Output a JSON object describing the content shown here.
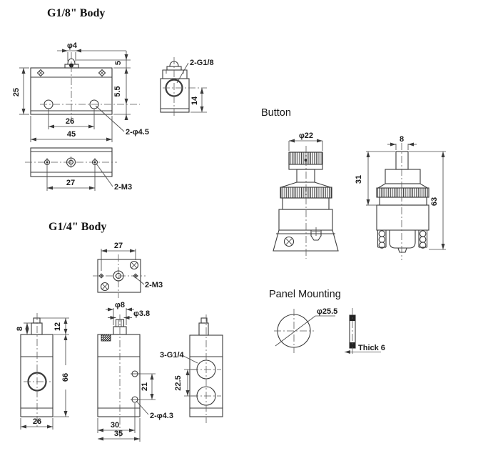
{
  "titles": {
    "g18": "G1/8\" Body",
    "g14": "G1/4\" Body",
    "button": "Button",
    "panel": "Panel Mounting"
  },
  "g18": {
    "front": {
      "dia_stem": "φ4",
      "h_stem": "5",
      "h_step": "5.5",
      "h_body": "25",
      "w_holes": "26",
      "w_body": "45",
      "callout_holes": "2-φ4.5"
    },
    "side": {
      "callout_ports": "2-G1/8",
      "dim_port": "14"
    },
    "top": {
      "w_holes": "27",
      "callout_threads": "2-M3"
    }
  },
  "g14": {
    "top": {
      "w_holes": "27",
      "callout_threads": "2-M3"
    },
    "front": {
      "dia_stem": "φ8",
      "dia_pin": "φ3.8",
      "h_holes": "21",
      "callout_holes": "2-φ4.3",
      "w_inner": "30",
      "w_body": "35"
    },
    "left": {
      "h_pin": "8",
      "h_stem": "12",
      "h_body": "66",
      "w_body": "26"
    },
    "right": {
      "callout_ports": "3-G1/4",
      "h_ports": "22.5"
    }
  },
  "button": {
    "front": {
      "dia_knob": "φ22"
    },
    "side": {
      "w_stem": "8",
      "h_top": "31",
      "h_total": "63"
    }
  },
  "panel": {
    "dia_hole": "φ25.5",
    "thickness": "Thick 6"
  }
}
